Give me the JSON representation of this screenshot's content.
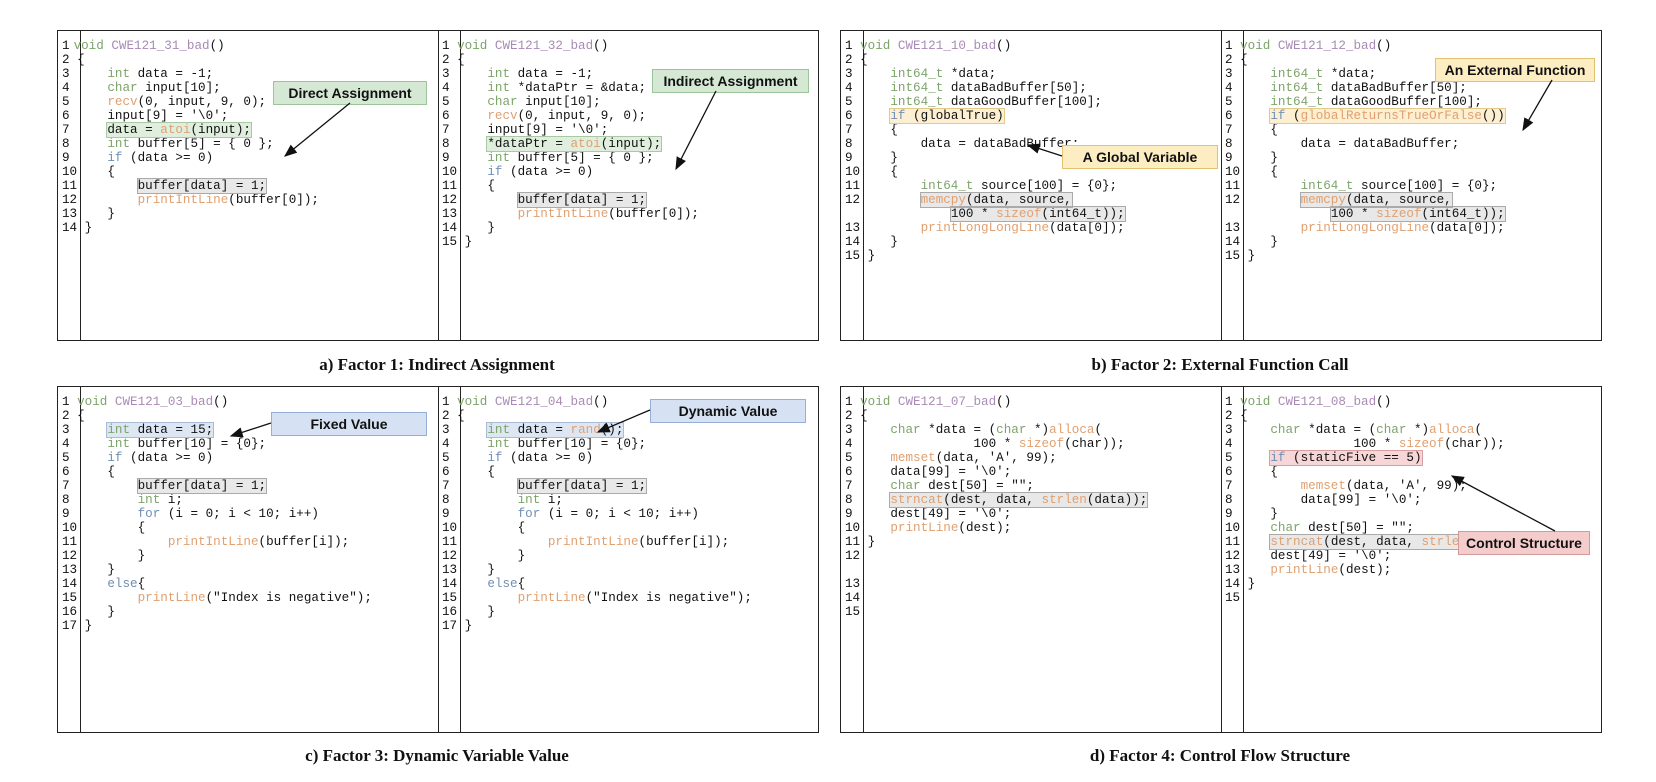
{
  "captions": {
    "a": "a) Factor 1: Indirect Assignment",
    "b": "b) Factor 2: External Function Call",
    "c": "c) Factor 3: Dynamic Variable Value",
    "d": "d) Factor 4: Control Flow Structure"
  },
  "callouts": {
    "direct_assignment": "Direct Assignment",
    "indirect_assignment": "Indirect Assignment",
    "global_variable": "A Global Variable",
    "external_function": "An External Function",
    "fixed_value": "Fixed Value",
    "dynamic_value": "Dynamic Value",
    "control_structure": "Control Structure"
  },
  "colors": {
    "keyword": "#7da46a",
    "function": "#e0a070",
    "proc_name": "#a98ab5",
    "control": "#6f8fb5"
  }
}
